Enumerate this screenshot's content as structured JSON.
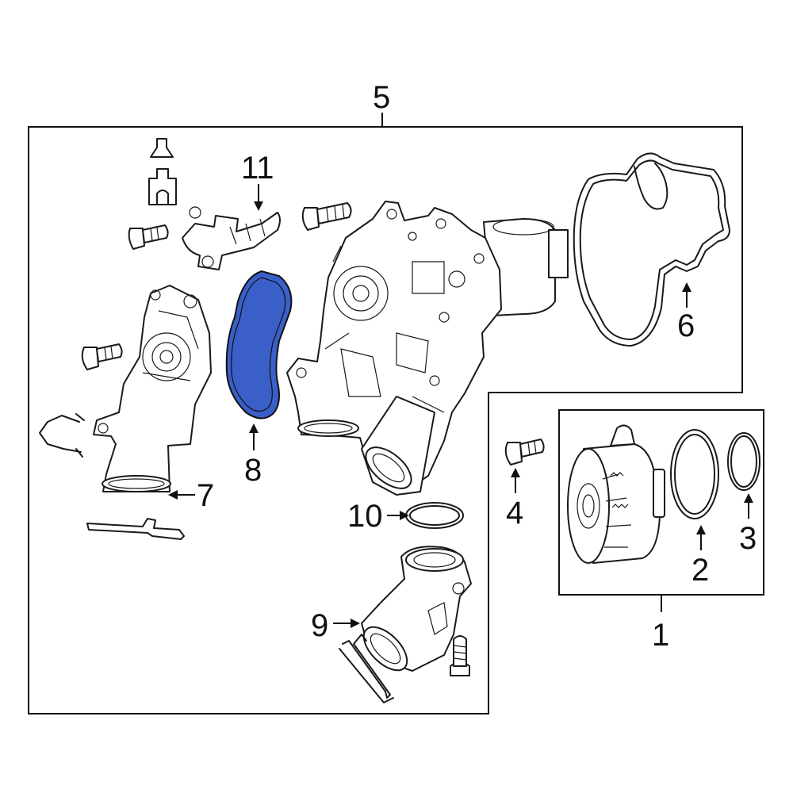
{
  "diagram": {
    "highlight_color": "#3a5fc8",
    "callouts": {
      "c1": "1",
      "c2": "2",
      "c3": "3",
      "c4": "4",
      "c5": "5",
      "c6": "6",
      "c7": "7",
      "c8": "8",
      "c9": "9",
      "c10": "10",
      "c11": "11"
    }
  }
}
